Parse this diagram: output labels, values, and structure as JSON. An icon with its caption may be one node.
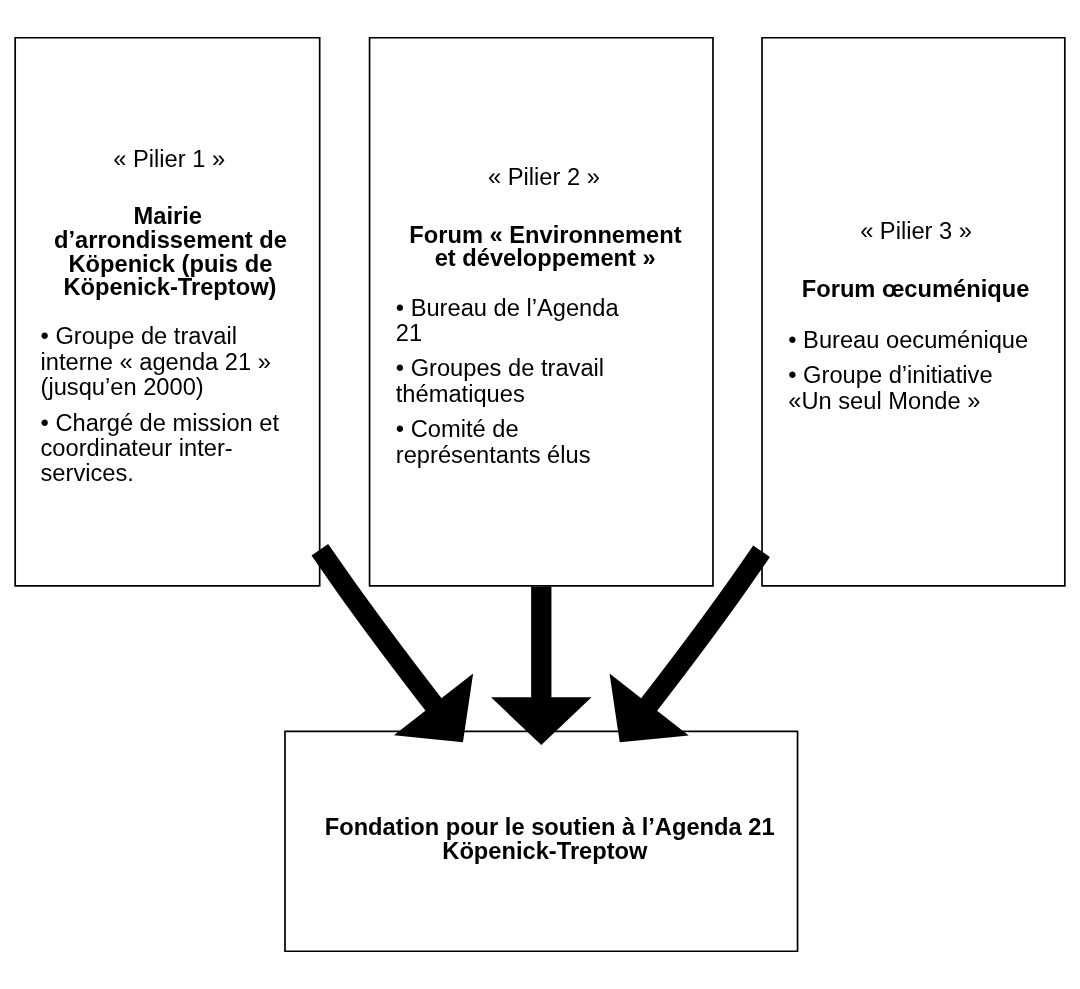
{
  "diagram": {
    "nodes": [
      {
        "text": [
          "« Pilier 1 »",
          "Mairie d’arrondissement de Köpenick (puis de Köpenick-Treptow)",
          "• Groupe de travail interne « agenda 21 » (jusqu’en 2000)",
          "• Chargé de mission et coordinateur inter-services."
        ]
      },
      {
        "text": [
          "« Pilier 2 »",
          "Forum « Environnement et développement »",
          "• Bureau de l’Agenda 21",
          "• Groupes de travail thématiques",
          "• Comité de représentants élus"
        ]
      },
      {
        "text": [
          "« Pilier 3 »",
          "Forum œcuménique",
          "• Bureau oecuménique",
          "• Groupe d’initiative «Un seul Monde »"
        ]
      },
      {
        "text": [
          "Fondation pour le soutien à l’Agenda 21 Köpenick-Treptow"
        ]
      }
    ],
    "edges": [
      {
        "from": 0,
        "to": 3,
        "arrow": "to"
      },
      {
        "from": 1,
        "to": 3,
        "arrow": "to"
      },
      {
        "from": 2,
        "to": 3,
        "arrow": "to"
      }
    ]
  }
}
